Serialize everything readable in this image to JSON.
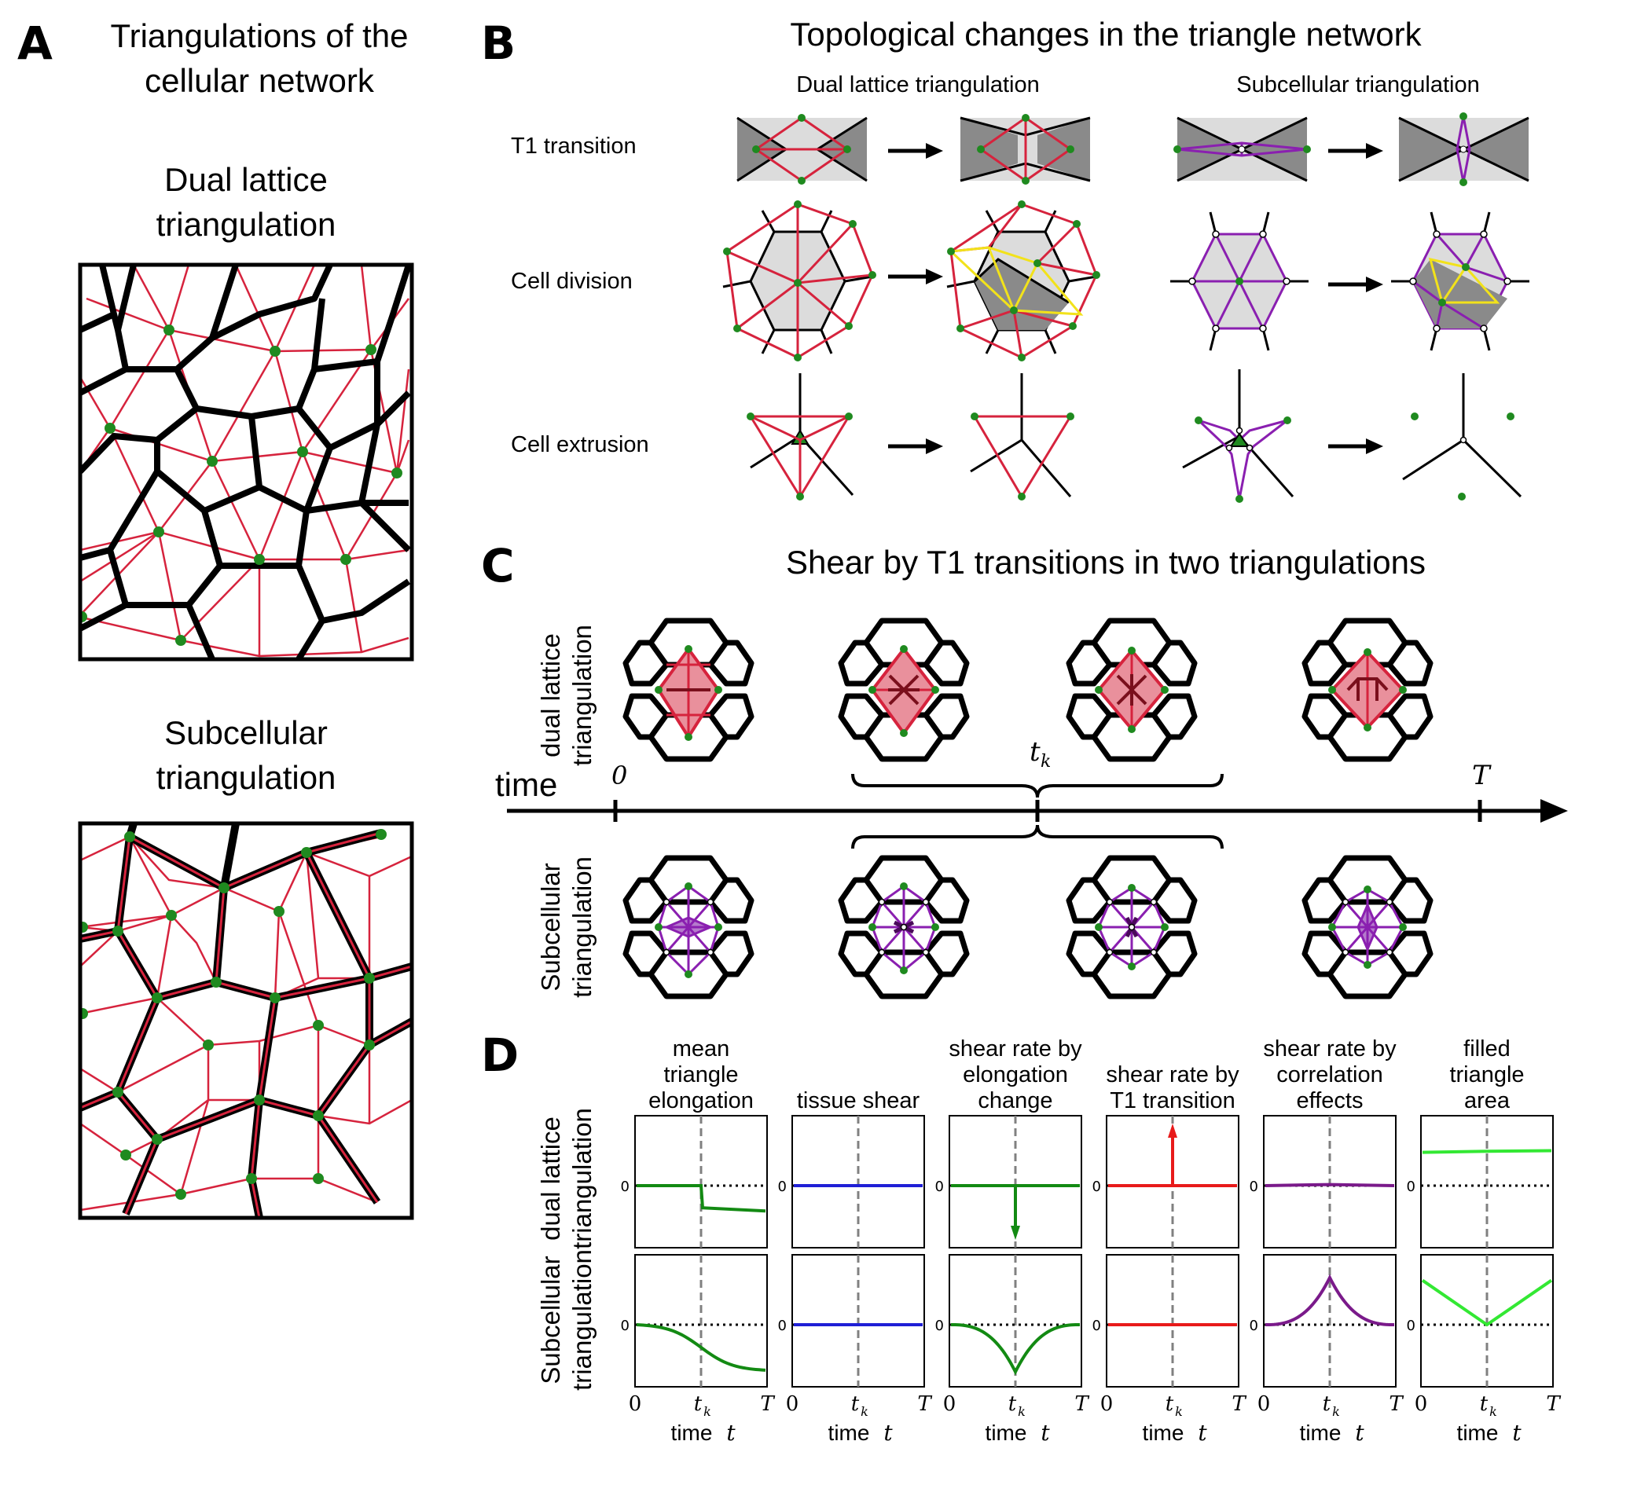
{
  "panelA": {
    "letter": "A",
    "title_line1": "Triangulations of the",
    "title_line2": "cellular network",
    "dual_line1": "Dual lattice",
    "dual_line2": "triangulation",
    "sub_line1": "Subcellular",
    "sub_line2": "triangulation"
  },
  "panelB": {
    "letter": "B",
    "title": "Topological changes in the triangle network",
    "col_dual": "Dual lattice triangulation",
    "col_sub": "Subcellular triangulation",
    "rows": [
      "T1 transition",
      "Cell division",
      "Cell extrusion"
    ]
  },
  "panelC": {
    "letter": "C",
    "title": "Shear by T1 transitions in two triangulations",
    "row_dual_line1": "dual lattice",
    "row_dual_line2": "triangulation",
    "row_sub_line1": "Subcellular",
    "row_sub_line2": "triangulation",
    "axis_label": "time",
    "tick_start": "0",
    "tick_mid": "t",
    "tick_mid_sub": "k",
    "tick_end": "T"
  },
  "panelD": {
    "letter": "D",
    "row_dual_line1": "dual lattice",
    "row_dual_line2": "triangulation",
    "row_sub_line1": "Subcellular",
    "row_sub_line2": "triangulation",
    "zero": "0",
    "xtick_start": "0",
    "xtick_mid": "t",
    "xtick_mid_sub": "k",
    "xtick_end": "T",
    "xlabel": "time",
    "xlabel_var": "t",
    "columns": [
      {
        "title": [
          "mean",
          "triangle",
          "elongation"
        ],
        "color": "#138a13"
      },
      {
        "title": [
          "tissue shear"
        ],
        "color": "#1f1fd6"
      },
      {
        "title": [
          "shear rate by",
          "elongation",
          "change"
        ],
        "color": "#138a13"
      },
      {
        "title": [
          "shear rate by",
          "T1 transition"
        ],
        "color": "#e81a1a"
      },
      {
        "title": [
          "shear rate by",
          "correlation",
          "effects"
        ],
        "color": "#7a1a8a"
      },
      {
        "title": [
          "filled",
          "triangle",
          "area"
        ],
        "color": "#33e833"
      }
    ]
  },
  "colors": {
    "red": "#d6233d",
    "purple": "#8a1fb0",
    "green": "#1f8a1f",
    "yellow": "#f2e21a"
  },
  "chart_data": [
    {
      "type": "line",
      "title": "mean triangle elongation",
      "row": "dual lattice triangulation",
      "x": [
        "0",
        "t_k",
        "T"
      ],
      "y": [
        0,
        0,
        -0.4
      ],
      "note_shape": "step down at t_k"
    },
    {
      "type": "line",
      "title": "tissue shear",
      "row": "dual lattice triangulation",
      "x": [
        "0",
        "t_k",
        "T"
      ],
      "y": [
        0,
        0,
        0
      ]
    },
    {
      "type": "line",
      "title": "shear rate by elongation change",
      "row": "dual lattice triangulation",
      "x": [
        "0",
        "t_k",
        "T"
      ],
      "y": [
        0,
        -1,
        0
      ],
      "note_shape": "downward delta at t_k"
    },
    {
      "type": "line",
      "title": "shear rate by T1 transition",
      "row": "dual lattice triangulation",
      "x": [
        "0",
        "t_k",
        "T"
      ],
      "y": [
        0,
        1,
        0
      ],
      "note_shape": "upward delta at t_k"
    },
    {
      "type": "line",
      "title": "shear rate by correlation effects",
      "row": "dual lattice triangulation",
      "x": [
        "0",
        "t_k",
        "T"
      ],
      "y": [
        0,
        0.02,
        0
      ]
    },
    {
      "type": "line",
      "title": "filled triangle area",
      "row": "dual lattice triangulation",
      "x": [
        "0",
        "t_k",
        "T"
      ],
      "y": [
        0.6,
        0.62,
        0.63
      ]
    },
    {
      "type": "line",
      "title": "mean triangle elongation",
      "row": "Subcellular triangulation",
      "x": [
        "0",
        "t_k",
        "T"
      ],
      "y": [
        0,
        -0.3,
        -0.85
      ],
      "note_shape": "smooth sigmoid decrease"
    },
    {
      "type": "line",
      "title": "tissue shear",
      "row": "Subcellular triangulation",
      "x": [
        "0",
        "t_k",
        "T"
      ],
      "y": [
        0,
        0,
        0
      ]
    },
    {
      "type": "line",
      "title": "shear rate by elongation change",
      "row": "Subcellular triangulation",
      "x": [
        "0",
        "t_k",
        "T"
      ],
      "y": [
        0,
        -0.85,
        0
      ],
      "note_shape": "cusp minimum at t_k"
    },
    {
      "type": "line",
      "title": "shear rate by T1 transition",
      "row": "Subcellular triangulation",
      "x": [
        "0",
        "t_k",
        "T"
      ],
      "y": [
        0,
        0,
        0
      ]
    },
    {
      "type": "line",
      "title": "shear rate by correlation effects",
      "row": "Subcellular triangulation",
      "x": [
        "0",
        "t_k",
        "T"
      ],
      "y": [
        0,
        0.85,
        0
      ],
      "note_shape": "cusp maximum at t_k"
    },
    {
      "type": "line",
      "title": "filled triangle area",
      "row": "Subcellular triangulation",
      "x": [
        "0",
        "t_k",
        "T"
      ],
      "y": [
        0.8,
        0,
        0.8
      ],
      "note_shape": "V shape with minimum at t_k"
    }
  ]
}
